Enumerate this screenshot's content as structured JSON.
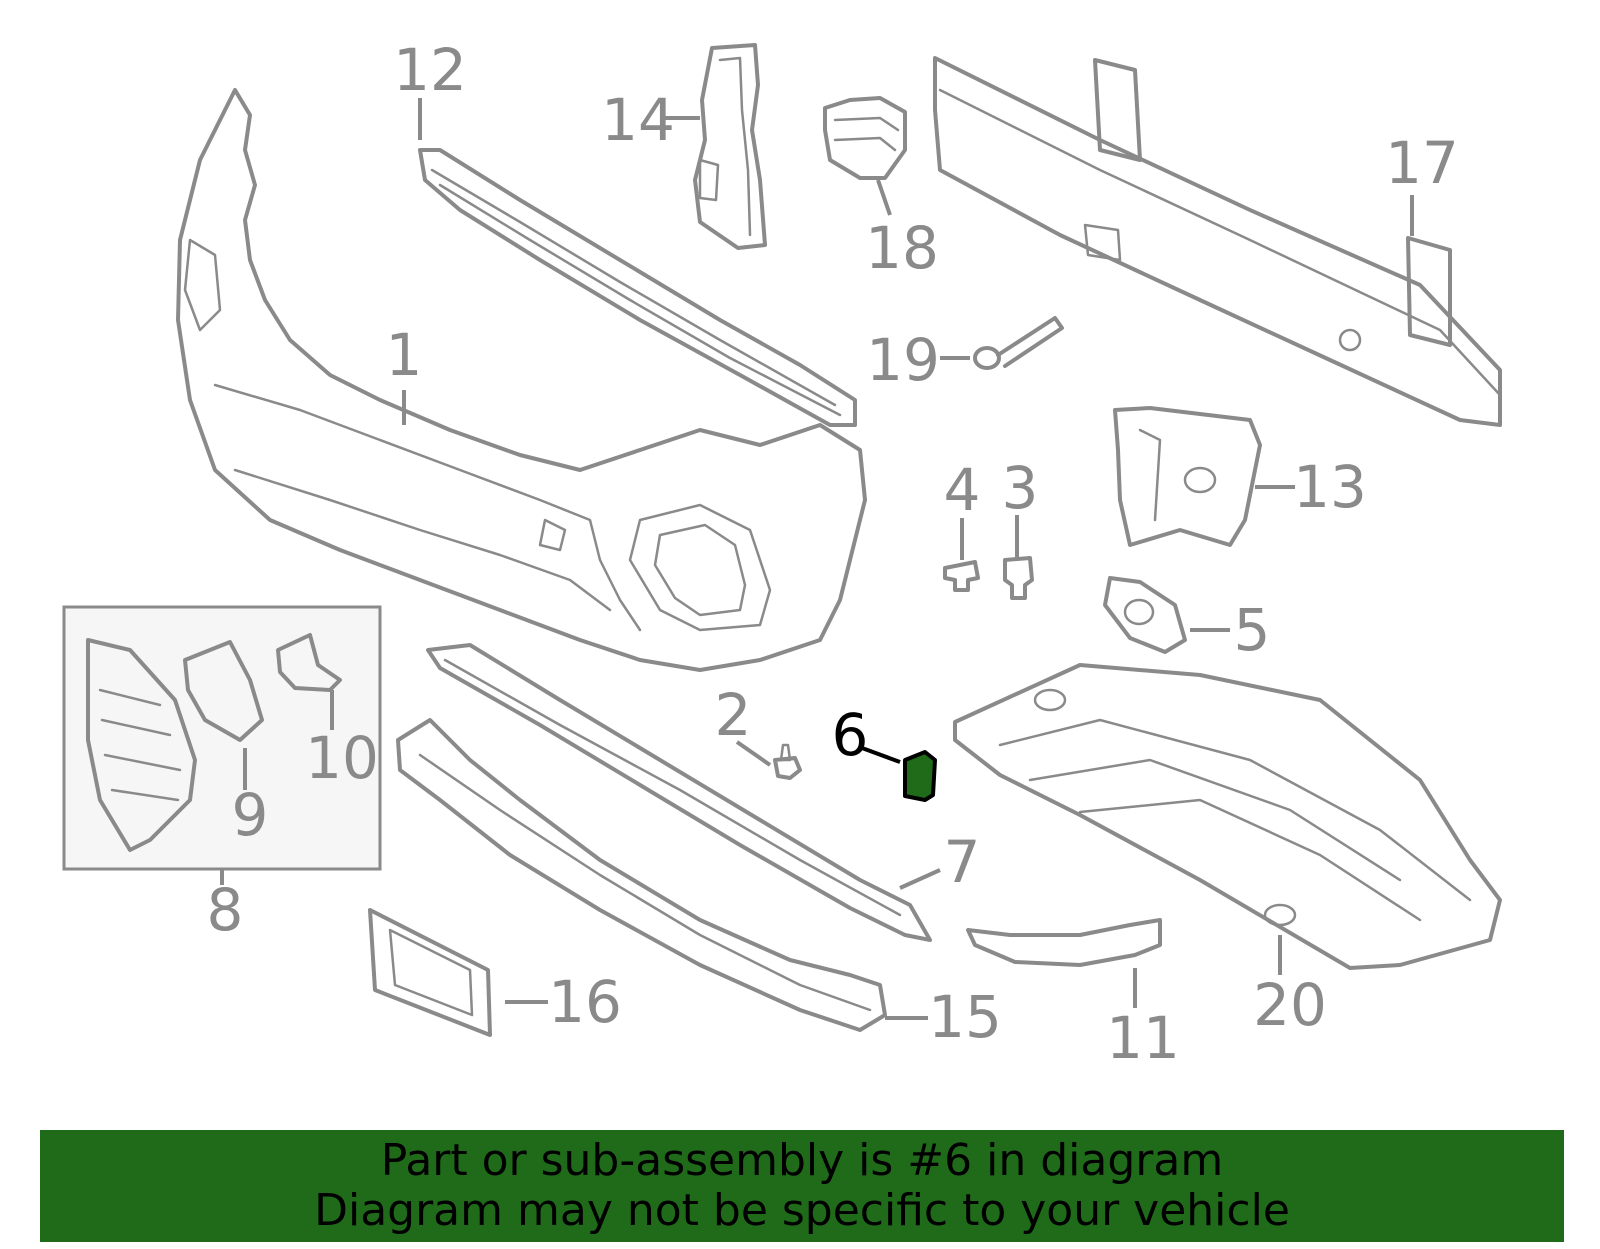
{
  "diagram": {
    "highlight_color": "#1f6b1a",
    "line_color": "#8a8a8a",
    "highlighted_part": "6",
    "callouts": [
      {
        "id": "c1",
        "label": "1"
      },
      {
        "id": "c2",
        "label": "2"
      },
      {
        "id": "c3",
        "label": "3"
      },
      {
        "id": "c4",
        "label": "4"
      },
      {
        "id": "c5",
        "label": "5"
      },
      {
        "id": "c6",
        "label": "6"
      },
      {
        "id": "c7",
        "label": "7"
      },
      {
        "id": "c8",
        "label": "8"
      },
      {
        "id": "c9",
        "label": "9"
      },
      {
        "id": "c10",
        "label": "10"
      },
      {
        "id": "c11",
        "label": "11"
      },
      {
        "id": "c12",
        "label": "12"
      },
      {
        "id": "c13",
        "label": "13"
      },
      {
        "id": "c14",
        "label": "14"
      },
      {
        "id": "c15",
        "label": "15"
      },
      {
        "id": "c16",
        "label": "16"
      },
      {
        "id": "c17",
        "label": "17"
      },
      {
        "id": "c18",
        "label": "18"
      },
      {
        "id": "c19",
        "label": "19"
      },
      {
        "id": "c20",
        "label": "20"
      }
    ]
  },
  "banner": {
    "line1": "Part or sub-assembly is #6 in diagram",
    "line2": "Diagram may not be specific to your vehicle",
    "background": "#1f6b1a"
  }
}
